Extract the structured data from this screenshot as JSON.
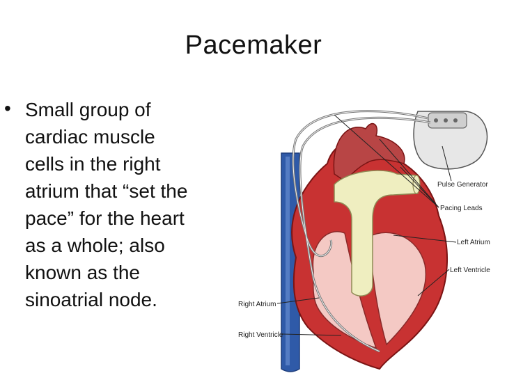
{
  "slide": {
    "title": "Pacemaker",
    "bullet": "Small group of cardiac muscle cells in the right atrium that “set the pace” for the heart as a whole; also known as the sinoatrial node."
  },
  "diagram": {
    "labels": {
      "pulse_generator": "Pulse Generator",
      "pacing_leads": "Pacing Leads",
      "left_atrium": "Left Atrium",
      "left_ventricle": "Left Ventricle",
      "right_atrium": "Right Atrium",
      "right_ventricle": "Right Ventricle"
    },
    "colors": {
      "heart_wall": "#c83232",
      "heart_inner": "#f4c9c4",
      "vessel_blue": "#2f5aa8",
      "aorta_red": "#b84545",
      "pulmonary": "#efeec0",
      "generator": "#e7e7e7"
    }
  }
}
